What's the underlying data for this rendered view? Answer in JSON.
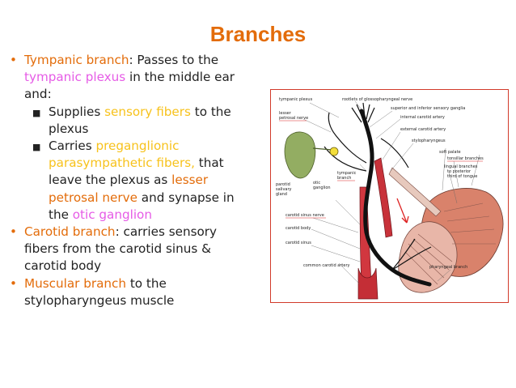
{
  "slide": {
    "title": "Branches",
    "colors": {
      "title": "#E36C0A",
      "highlight_orange": "#E36C0A",
      "highlight_pink": "#E65BE6",
      "highlight_yellow": "#F7C21C",
      "figure_border": "#D23A2A"
    },
    "tympanic": {
      "name": "Tympanic branch",
      "rest1": ": Passes to the",
      "plexus": "tympanic plexus",
      "rest2": " in the middle ear",
      "and": "and:"
    },
    "sub1": {
      "pre": "Supplies ",
      "hl": "sensory fibers",
      "post": " to the",
      "line2": "plexus"
    },
    "sub2": {
      "pre": "Carries ",
      "hl1": "preganglionic",
      "hl2": "parasympathetic fibers,",
      "post1": " that",
      "line3": "leave the plexus as ",
      "hl3": "lesser",
      "hl4": "petrosal nerve",
      "post4": " and synapse in",
      "line5pre": "the ",
      "hl5": "otic ganglion"
    },
    "carotid": {
      "name": "Carotid branch",
      "rest1": ": carries sensory",
      "line2": "fibers from the carotid sinus &",
      "line3": "carotid body"
    },
    "muscular": {
      "name": "Muscular branch",
      "rest1": " to the",
      "line2": "stylopharyngeus muscle"
    },
    "figure_labels": {
      "tympanic_plexus": "tympanic plexus",
      "rootlets": "rootlets of glossopharyngeal nerve",
      "lesser_petrosal_1": "lesser",
      "lesser_petrosal_2": "petrosal nerve",
      "sensory_ganglia": "superior and inferior sensory ganglia",
      "internal_carotid": "internal carotid artery",
      "external_carotid": "external carotid artery",
      "stylopharyngeus": "stylopharyngeus",
      "soft_palate": "soft palate",
      "tonsillar": "tonsillar branches",
      "tympanic_branch_1": "tympanic",
      "tympanic_branch_2": "branch",
      "parotid_1": "parotid",
      "parotid_2": "salivary",
      "parotid_3": "gland",
      "otic_1": "otic",
      "otic_2": "ganglion",
      "lingual_1": "lingual branches",
      "lingual_2": "to posterior",
      "lingual_3": "third of tongue",
      "carotid_sinus_nerve": "carotid sinus nerve",
      "carotid_body": "carotid body",
      "carotid_sinus": "carotid sinus",
      "common_carotid": "common carotid artery",
      "pharyngeal_branch": "pharyngeal branch"
    }
  }
}
